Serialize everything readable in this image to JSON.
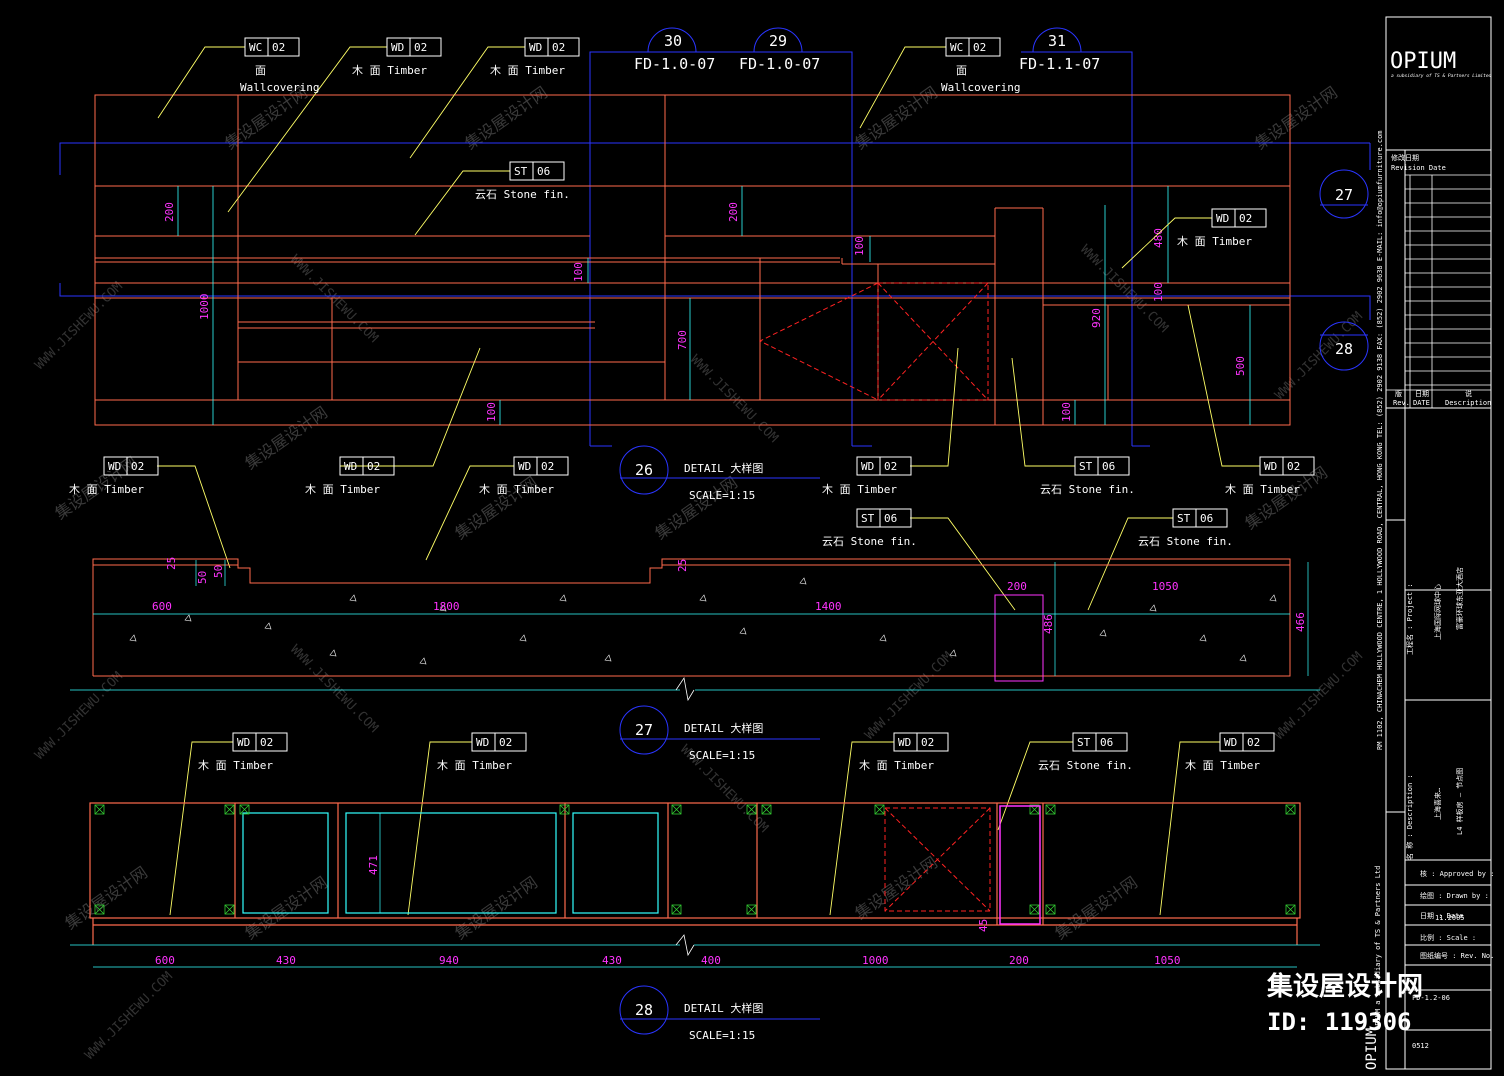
{
  "sheet": {
    "brand": "OPIUM",
    "brand_sub": "a subsidiary of TS & Partners Limited",
    "revision_title_cn": "修改日期",
    "revision_title_en": "Revision Date",
    "rev_col": {
      "cn": "版",
      "en": "Rev."
    },
    "date_col": {
      "cn": "日期",
      "en": "DATE"
    },
    "desc_col": {
      "cn": "说",
      "en": "Description"
    },
    "address": "RM 1102, CHINACHEM HOLLYWOOD CENTRE, 1 HOLLYWOOD ROAD, CENTRAL, HONG KONG  TEL: (852) 2902 9138  FAX: (852) 2902 9638  E-MAIL: info@opiumfurniture.com",
    "project_label": "工程名 : Project :",
    "project_name_1": "上海国际网球中心",
    "project_name_2": "富豪环球东亚大酒店",
    "description_label": "名 称 : Description :",
    "description_1": "上海喜来…",
    "description_2": "L4 样板房 — 节点图",
    "approved_label": "核 : Approved by :",
    "drawn_label": "绘图 : Drawn by :",
    "date_label": "日期 : Date",
    "date_value": "11.2005",
    "scale_label": "比例 : Scale :",
    "revno_label": "图纸编号 : Rev. No.",
    "drawing_no": "FD-1.2-06",
    "footer_text": "OPIUM  a subsidiary of TS & Partners Ltd",
    "sheet_no": "0512",
    "vertical_brand": "OPIUM"
  },
  "watermark": {
    "site_cn": "集设屋设计网",
    "id_text": "ID: 119306",
    "diag": "集设屋设计网",
    "diag_en": "WWW.JISHEWU.COM"
  },
  "callouts": {
    "c30": {
      "num": "30",
      "ref": "FD-1.0-07"
    },
    "c29": {
      "num": "29",
      "ref": "FD-1.0-07"
    },
    "c31": {
      "num": "31",
      "ref": "FD-1.1-07"
    },
    "c27": {
      "num": "27"
    },
    "c28": {
      "num": "28"
    }
  },
  "tags": {
    "wc02": "WC 02",
    "wd02": "WD 02",
    "st06": "ST 06",
    "wallcovering_cn": "面",
    "wallcovering_en": "Wallcovering",
    "timber": "木 面 Timber",
    "stone": "云石 Stone fin."
  },
  "details": [
    {
      "num": "26",
      "title": "DETAIL 大样图",
      "scale": "SCALE=1:15"
    },
    {
      "num": "27",
      "title": "DETAIL 大样图",
      "scale": "SCALE=1:15"
    },
    {
      "num": "28",
      "title": "DETAIL 大样图",
      "scale": "SCALE=1:15"
    }
  ],
  "dims": {
    "elev": [
      "200",
      "1000",
      "100",
      "200",
      "700",
      "100",
      "100",
      "480",
      "100",
      "920",
      "500",
      "100"
    ],
    "plan27": [
      "600",
      "1800",
      "1400",
      "200",
      "1050",
      "466",
      "486",
      "50",
      "50",
      "25",
      "25"
    ],
    "plan28": [
      "600",
      "430",
      "940",
      "430",
      "400",
      "1000",
      "200",
      "1050",
      "471",
      "45"
    ]
  },
  "colors": {
    "frame": "#ff6a4d",
    "blue": "#2a35ff",
    "magenta": "#ff33ff",
    "yellow": "#ffff66",
    "cyan": "#33ffff",
    "green": "#33cc33",
    "red": "#ff2222",
    "white": "#ffffff"
  }
}
